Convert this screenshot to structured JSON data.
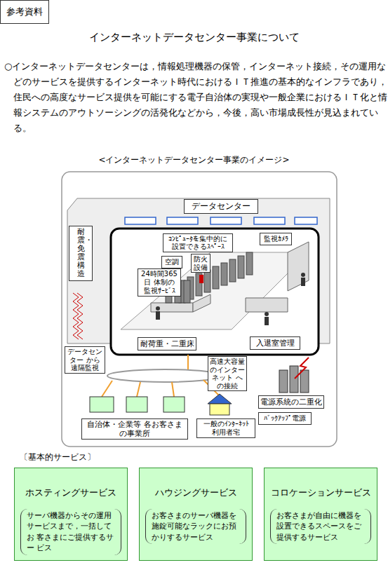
{
  "diagram": {
    "title": "インターネットデータセンター事業について",
    "nodes": [
      {
        "text": [
          "参考資料"
        ]
      },
      {
        "text": [
          "データセンター"
        ]
      },
      {
        "text": [
          "耐震・免震構造"
        ]
      },
      {
        "text": [
          "ｺﾝﾋﾟｭｰﾀを集中的に 設置できるｽﾍﾟｰｽ"
        ]
      },
      {
        "text": [
          "監視ｶﾒﾗ"
        ]
      },
      {
        "text": [
          "空調"
        ]
      },
      {
        "text": [
          "防火 設備"
        ]
      },
      {
        "text": [
          "24時間365日 体制の 監視ｻｰﾋﾞｽ"
        ]
      },
      {
        "text": [
          "耐荷重・二重床"
        ]
      },
      {
        "text": [
          "入退室管理"
        ]
      },
      {
        "text": [
          "データセンター から 遠隔監視"
        ]
      },
      {
        "text": [
          "高速大容量 のインターネット への接続"
        ]
      },
      {
        "text": [
          "電源系統の二重化"
        ]
      },
      {
        "text": [
          "ﾊﾞｯｸｱｯﾌﾟ電源"
        ]
      },
      {
        "text": [
          "自治体・企業等 各お客さまの事業所"
        ]
      },
      {
        "text": [
          "一般のｲﾝﾀｰﾈｯﾄ 利用者宅"
        ]
      },
      {
        "text": [
          "ホスティングサービス",
          "サーバ機器からその運用 サービスまで，一括してお 客さまにご提供するサー ビス"
        ]
      },
      {
        "text": [
          "ハウジングサービス",
          "お客さまのサーバ機器を 施錠可能なラックにお預 かりするサービス"
        ]
      },
      {
        "text": [
          "コロケーションサービス",
          "お客さまが自由に機器を 設置できるスペースをご 提供するサービス"
        ]
      }
    ],
    "labels": [
      "○インターネットデータセンターは，情報処理機器の保管，インターネット接続，その運用などのサービスを提供するインターネット時代におけるＩＴ推進の基本的なインフラであり，住民への高度なサービス提供を可能にする電子自治体の実現や一般企業におけるＩＴ化と情報システムのアウトソーシングの活発化などから，今後，高い市場成長性が見込まれている。",
      "<インターネットデータセンター事業のイメージ>",
      "〔基本的サービス〕"
    ]
  }
}
